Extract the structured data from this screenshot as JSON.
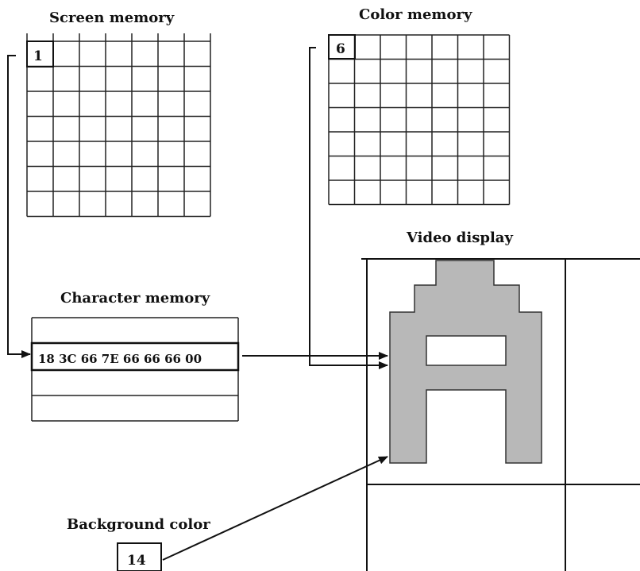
{
  "labels": {
    "screen_memory": "Screen memory",
    "color_memory": "Color memory",
    "character_memory": "Character memory",
    "video_display": "Video display",
    "background_color": "Background color"
  },
  "screen_memory": {
    "first_cell_value": "1"
  },
  "color_memory": {
    "first_cell_value": "6"
  },
  "character_memory": {
    "bytes": [
      "18",
      "3C",
      "66",
      "7E",
      "66",
      "66",
      "66",
      "00"
    ],
    "row_text": "18 3C 66 7E 66 66 66 00"
  },
  "background_color": {
    "value": "14"
  },
  "video_display": {
    "character": "A"
  },
  "colors": {
    "ink": "#111111",
    "glyph_fill": "#b8b8b8",
    "background": "#ffffff"
  }
}
